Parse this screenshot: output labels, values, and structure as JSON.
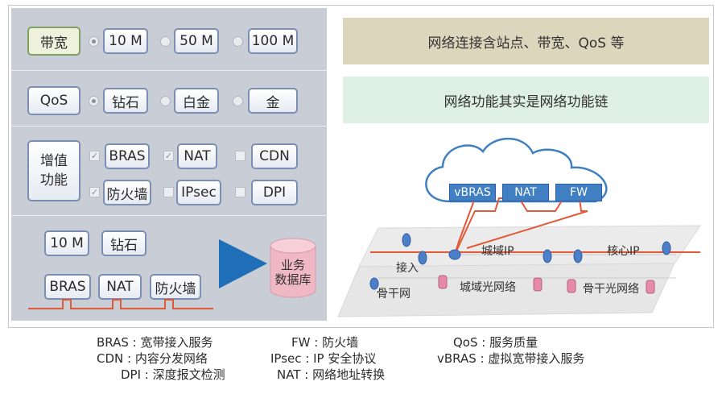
{
  "left": {
    "bandwidth_label": "带宽",
    "bandwidth_options": [
      "10 M",
      "50 M",
      "100 M"
    ],
    "qos_label": "QoS",
    "qos_options": [
      "钻石",
      "白金",
      "金"
    ],
    "vas_label": "增值\n功能",
    "vas_options": [
      "BRAS",
      "NAT",
      "CDN",
      "防火墙",
      "IPsec",
      "DPI"
    ],
    "selected": [
      "10 M",
      "钻石"
    ],
    "chain_items": [
      "BRAS",
      "NAT",
      "防火墙"
    ],
    "db_label": "业务\n数据库"
  },
  "right": {
    "banner_top": "网络连接含站点、带宽、QoS 等",
    "banner_mid": "网络功能其实是网络功能链",
    "cloud_functions": [
      "vBRAS",
      "NAT",
      "FW"
    ],
    "net_labels": {
      "metro_ip": "城域IP",
      "core_ip": "核心IP",
      "access": "接入",
      "backbone": "骨干网",
      "metro_optical": "城域光网络",
      "backbone_optical": "骨干光网络"
    }
  },
  "legend": [
    {
      "abbr": "BRAS",
      "desc": "宽带接入服务"
    },
    {
      "abbr": "CDN",
      "desc": "内容分发网络"
    },
    {
      "abbr": "DPI",
      "desc": "深度报文检测"
    },
    {
      "abbr": "FW",
      "desc": "防火墙"
    },
    {
      "abbr": "IPsec",
      "desc": "IP 安全协议"
    },
    {
      "abbr": "NAT",
      "desc": "网络地址转换"
    },
    {
      "abbr": "QoS",
      "desc": "服务质量"
    },
    {
      "abbr": "vBRAS",
      "desc": "虚拟宽带接入服务"
    }
  ],
  "colors": {
    "panel": "#c9cdd6",
    "accent_blue": "#1f6fb8",
    "line_red": "#e05a3a"
  }
}
